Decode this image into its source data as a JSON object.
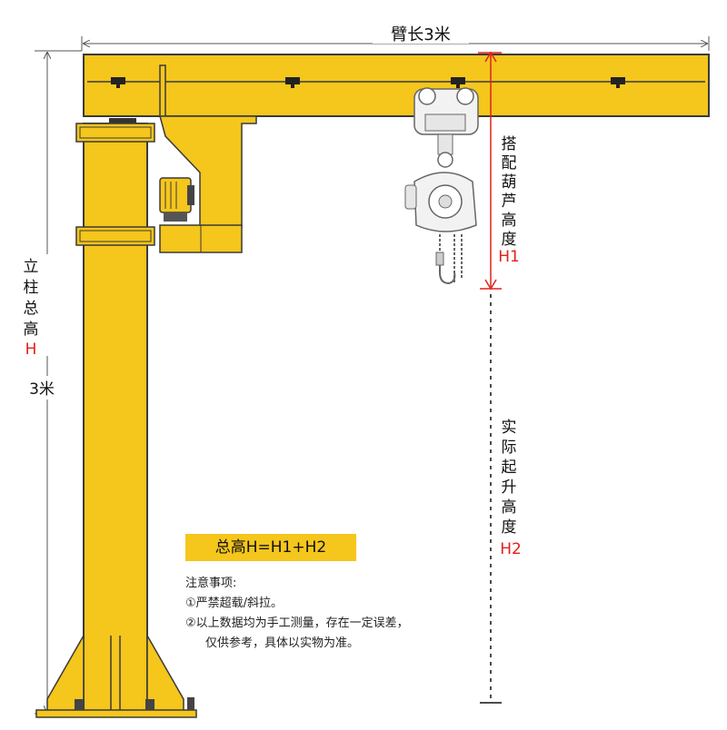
{
  "dimensions": {
    "arm_length": "臂长3米",
    "column_height_label_chars": [
      "立",
      "柱",
      "总",
      "高"
    ],
    "column_height_symbol": "H",
    "column_height_value": "3米",
    "hoist_height_label_chars": [
      "搭",
      "配",
      "葫",
      "芦",
      "高",
      "度"
    ],
    "hoist_height_symbol": "H1",
    "lift_height_label_chars": [
      "实",
      "际",
      "起",
      "升",
      "高",
      "度"
    ],
    "lift_height_symbol": "H2"
  },
  "formula": "总高H=H1+H2",
  "notes": {
    "title": "注意事项:",
    "item1": "①严禁超载/斜拉。",
    "item2_line1": "②以上数据均为手工测量，存在一定误差，",
    "item2_line2": "仅供参考，具体以实物为准。"
  },
  "colors": {
    "crane_yellow": "#f5c61c",
    "outline": "#3a3a3a",
    "symbol_red": "#e0221b",
    "dimension_line": "#555555"
  }
}
